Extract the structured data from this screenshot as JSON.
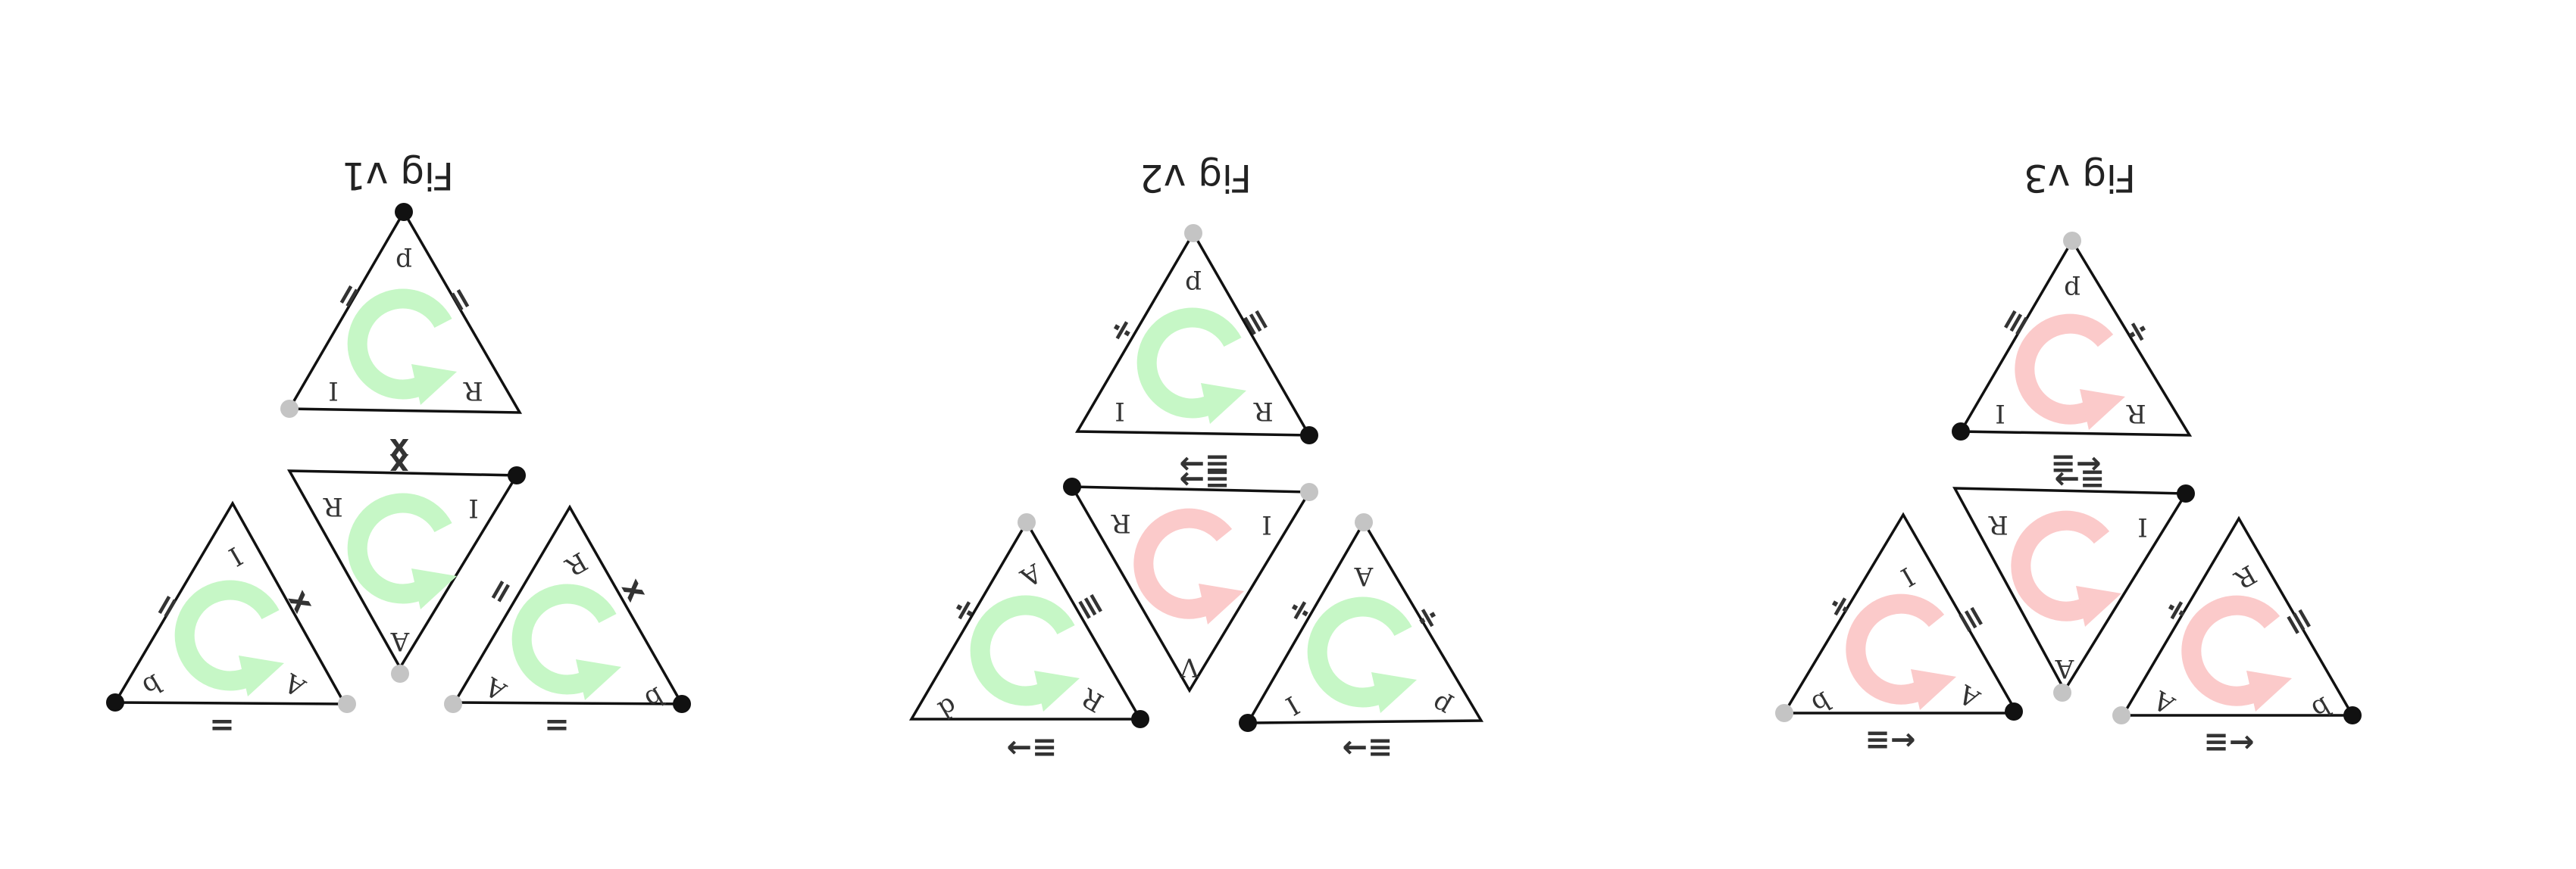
{
  "colors": {
    "line": "#111111",
    "rotation_green": "#c6f7c6",
    "rotation_red": "#fbcaca",
    "vertex_black": "#111111",
    "vertex_gray": "#c4c4c4",
    "text": "#333333"
  },
  "figures": [
    {
      "title": "Fig v1",
      "triangles": [
        {
          "rotation": "green",
          "labels": [
            "p",
            "R",
            "I"
          ],
          "marks": [
            "=",
            "=",
            "x"
          ]
        },
        {
          "rotation": "green",
          "labels": [
            "R",
            "I",
            "A"
          ],
          "marks": [
            "x",
            "=",
            "="
          ]
        },
        {
          "rotation": "green",
          "labels": [
            "I",
            "A",
            "b"
          ],
          "marks": [
            "=",
            "=",
            "x"
          ]
        },
        {
          "rotation": "green",
          "labels": [
            "R",
            "A",
            "b"
          ],
          "marks": [
            "=",
            "=",
            "x"
          ]
        }
      ]
    },
    {
      "title": "Fig v2",
      "triangles": [
        {
          "rotation": "green",
          "labels": [
            "p",
            "R",
            "I"
          ],
          "marks": [
            "≡",
            "÷",
            "≡→"
          ]
        },
        {
          "rotation": "red",
          "labels": [
            "R",
            "I",
            "V"
          ],
          "marks": [
            "≡→",
            "≡",
            "÷"
          ]
        },
        {
          "rotation": "green",
          "labels": [
            "A",
            "d",
            "R"
          ],
          "marks": [
            "÷",
            "≡",
            "≡→"
          ]
        },
        {
          "rotation": "green",
          "labels": [
            "A",
            "I",
            "p"
          ],
          "marks": [
            "÷",
            "÷",
            "≡→"
          ]
        }
      ]
    },
    {
      "title": "Fig v3",
      "triangles": [
        {
          "rotation": "red",
          "labels": [
            "p",
            "R",
            "I"
          ],
          "marks": [
            "≡",
            "÷",
            "←≡"
          ]
        },
        {
          "rotation": "red",
          "labels": [
            "R",
            "I",
            "A"
          ],
          "marks": [
            "≡→",
            "÷",
            "≡"
          ]
        },
        {
          "rotation": "red",
          "labels": [
            "I",
            "A",
            "b"
          ],
          "marks": [
            "÷",
            "≡",
            "←≡"
          ]
        },
        {
          "rotation": "red",
          "labels": [
            "R",
            "A",
            "b"
          ],
          "marks": [
            "≡",
            "÷",
            "←≡"
          ]
        }
      ]
    }
  ]
}
